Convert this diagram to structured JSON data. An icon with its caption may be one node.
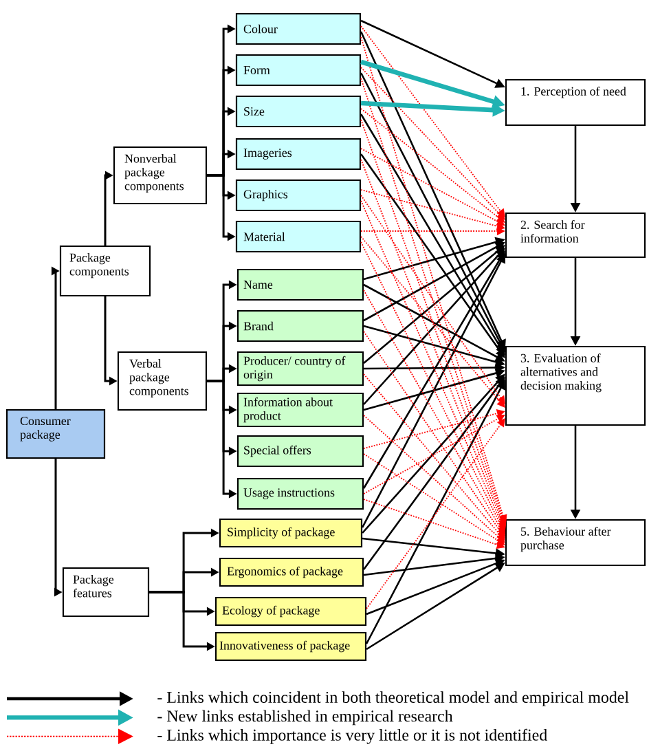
{
  "diagram": {
    "nodes": [
      {
        "text": [
          "Consumer package"
        ]
      },
      {
        "text": [
          "Package components"
        ]
      },
      {
        "text": [
          "Nonverbal package components"
        ]
      },
      {
        "text": [
          "Verbal package components"
        ]
      },
      {
        "text": [
          "Package features"
        ]
      },
      {
        "text": [
          "Colour"
        ]
      },
      {
        "text": [
          "Form"
        ]
      },
      {
        "text": [
          "Size"
        ]
      },
      {
        "text": [
          "Imageries"
        ]
      },
      {
        "text": [
          "Graphics"
        ]
      },
      {
        "text": [
          "Material"
        ]
      },
      {
        "text": [
          "Name"
        ]
      },
      {
        "text": [
          "Brand"
        ]
      },
      {
        "text": [
          "Producer/ country of origin"
        ]
      },
      {
        "text": [
          "Information about product"
        ]
      },
      {
        "text": [
          "Special offers"
        ]
      },
      {
        "text": [
          "Usage instructions"
        ]
      },
      {
        "text": [
          "Simplicity of package"
        ]
      },
      {
        "text": [
          "Ergonomics of package"
        ]
      },
      {
        "text": [
          "Ecology of package"
        ]
      },
      {
        "text": [
          "Innovativeness of package"
        ]
      },
      {
        "text": [
          "1. Perception of need"
        ]
      },
      {
        "text": [
          "2. Search for information"
        ]
      },
      {
        "text": [
          "3. Evaluation of alternatives and decision making"
        ]
      },
      {
        "text": [
          "5. Behaviour after purchase"
        ]
      }
    ],
    "edges": [
      {
        "from": 0,
        "to": 1,
        "arrow": "to"
      },
      {
        "from": 0,
        "to": 4,
        "arrow": "to"
      },
      {
        "from": 1,
        "to": 2,
        "arrow": "to"
      },
      {
        "from": 1,
        "to": 3,
        "arrow": "to"
      },
      {
        "from": 2,
        "to": 5,
        "arrow": "to"
      },
      {
        "from": 2,
        "to": 6,
        "arrow": "to"
      },
      {
        "from": 2,
        "to": 7,
        "arrow": "to"
      },
      {
        "from": 2,
        "to": 8,
        "arrow": "to"
      },
      {
        "from": 2,
        "to": 9,
        "arrow": "to"
      },
      {
        "from": 2,
        "to": 10,
        "arrow": "to"
      },
      {
        "from": 3,
        "to": 11,
        "arrow": "to"
      },
      {
        "from": 3,
        "to": 12,
        "arrow": "to"
      },
      {
        "from": 3,
        "to": 13,
        "arrow": "to"
      },
      {
        "from": 3,
        "to": 14,
        "arrow": "to"
      },
      {
        "from": 3,
        "to": 15,
        "arrow": "to"
      },
      {
        "from": 3,
        "to": 16,
        "arrow": "to"
      },
      {
        "from": 4,
        "to": 17,
        "arrow": "to"
      },
      {
        "from": 4,
        "to": 18,
        "arrow": "to"
      },
      {
        "from": 4,
        "to": 19,
        "arrow": "to"
      },
      {
        "from": 4,
        "to": 20,
        "arrow": "to"
      },
      {
        "from": 21,
        "to": 22,
        "arrow": "to"
      },
      {
        "from": 22,
        "to": 23,
        "arrow": "to"
      },
      {
        "from": 23,
        "to": 24,
        "arrow": "to"
      },
      {
        "from": 5,
        "to": 21,
        "arrow": "to"
      },
      {
        "from": 5,
        "to": 22,
        "arrow": "to",
        "style": "dashed",
        "color": "#ff0000"
      },
      {
        "from": 5,
        "to": 23,
        "arrow": "to"
      },
      {
        "from": 5,
        "to": 24,
        "arrow": "to",
        "style": "dashed",
        "color": "#ff0000"
      },
      {
        "from": 6,
        "to": 21,
        "arrow": "to",
        "style": "thick",
        "color": "#20b2b2"
      },
      {
        "from": 6,
        "to": 22,
        "arrow": "to",
        "style": "dashed",
        "color": "#ff0000"
      },
      {
        "from": 6,
        "to": 23,
        "arrow": "to"
      },
      {
        "from": 6,
        "to": 24,
        "arrow": "to",
        "style": "dashed",
        "color": "#ff0000"
      },
      {
        "from": 7,
        "to": 21,
        "arrow": "to",
        "style": "thick",
        "color": "#20b2b2"
      },
      {
        "from": 7,
        "to": 22,
        "arrow": "to",
        "style": "dashed",
        "color": "#ff0000"
      },
      {
        "from": 7,
        "to": 23,
        "arrow": "to"
      },
      {
        "from": 7,
        "to": 24,
        "arrow": "to",
        "style": "dashed",
        "color": "#ff0000"
      },
      {
        "from": 8,
        "to": 22,
        "arrow": "to",
        "style": "dashed",
        "color": "#ff0000"
      },
      {
        "from": 8,
        "to": 23,
        "arrow": "to"
      },
      {
        "from": 8,
        "to": 24,
        "arrow": "to",
        "style": "dashed",
        "color": "#ff0000"
      },
      {
        "from": 9,
        "to": 22,
        "arrow": "to",
        "style": "dashed",
        "color": "#ff0000"
      },
      {
        "from": 9,
        "to": 23,
        "arrow": "to",
        "style": "dashed",
        "color": "#ff0000"
      },
      {
        "from": 9,
        "to": 24,
        "arrow": "to",
        "style": "dashed",
        "color": "#ff0000"
      },
      {
        "from": 10,
        "to": 22,
        "arrow": "to",
        "style": "dashed",
        "color": "#ff0000"
      },
      {
        "from": 10,
        "to": 23,
        "arrow": "to",
        "style": "dashed",
        "color": "#ff0000"
      },
      {
        "from": 10,
        "to": 24,
        "arrow": "to",
        "style": "dashed",
        "color": "#ff0000"
      },
      {
        "from": 11,
        "to": 22,
        "arrow": "to"
      },
      {
        "from": 11,
        "to": 23,
        "arrow": "to"
      },
      {
        "from": 11,
        "to": 24,
        "arrow": "to",
        "style": "dashed",
        "color": "#ff0000"
      },
      {
        "from": 12,
        "to": 22,
        "arrow": "to"
      },
      {
        "from": 12,
        "to": 23,
        "arrow": "to"
      },
      {
        "from": 12,
        "to": 24,
        "arrow": "to",
        "style": "dashed",
        "color": "#ff0000"
      },
      {
        "from": 13,
        "to": 22,
        "arrow": "to"
      },
      {
        "from": 13,
        "to": 23,
        "arrow": "to"
      },
      {
        "from": 13,
        "to": 24,
        "arrow": "to",
        "style": "dashed",
        "color": "#ff0000"
      },
      {
        "from": 14,
        "to": 22,
        "arrow": "to"
      },
      {
        "from": 14,
        "to": 23,
        "arrow": "to"
      },
      {
        "from": 14,
        "to": 24,
        "arrow": "to",
        "style": "dashed",
        "color": "#ff0000"
      },
      {
        "from": 15,
        "to": 23,
        "arrow": "to",
        "style": "dashed",
        "color": "#ff0000"
      },
      {
        "from": 15,
        "to": 24,
        "arrow": "to",
        "style": "dashed",
        "color": "#ff0000"
      },
      {
        "from": 16,
        "to": 22,
        "arrow": "to"
      },
      {
        "from": 16,
        "to": 23,
        "arrow": "to",
        "style": "dashed",
        "color": "#ff0000"
      },
      {
        "from": 16,
        "to": 24,
        "arrow": "to",
        "style": "dashed",
        "color": "#ff0000"
      },
      {
        "from": 17,
        "to": 22,
        "arrow": "to"
      },
      {
        "from": 17,
        "to": 23,
        "arrow": "to"
      },
      {
        "from": 17,
        "to": 24,
        "arrow": "to"
      },
      {
        "from": 18,
        "to": 23,
        "arrow": "to"
      },
      {
        "from": 18,
        "to": 24,
        "arrow": "to"
      },
      {
        "from": 19,
        "to": 23,
        "arrow": "to",
        "style": "dashed",
        "color": "#ff0000"
      },
      {
        "from": 19,
        "to": 24,
        "arrow": "to"
      },
      {
        "from": 20,
        "to": 23,
        "arrow": "to"
      },
      {
        "from": 20,
        "to": 24,
        "arrow": "to"
      }
    ],
    "legend": [
      {
        "text": "- Links which coincident in both theoretical model and empirical model"
      },
      {
        "text": "- New links established in empirical research"
      },
      {
        "text": "- Links which importance is very little or it is not identified"
      }
    ]
  }
}
